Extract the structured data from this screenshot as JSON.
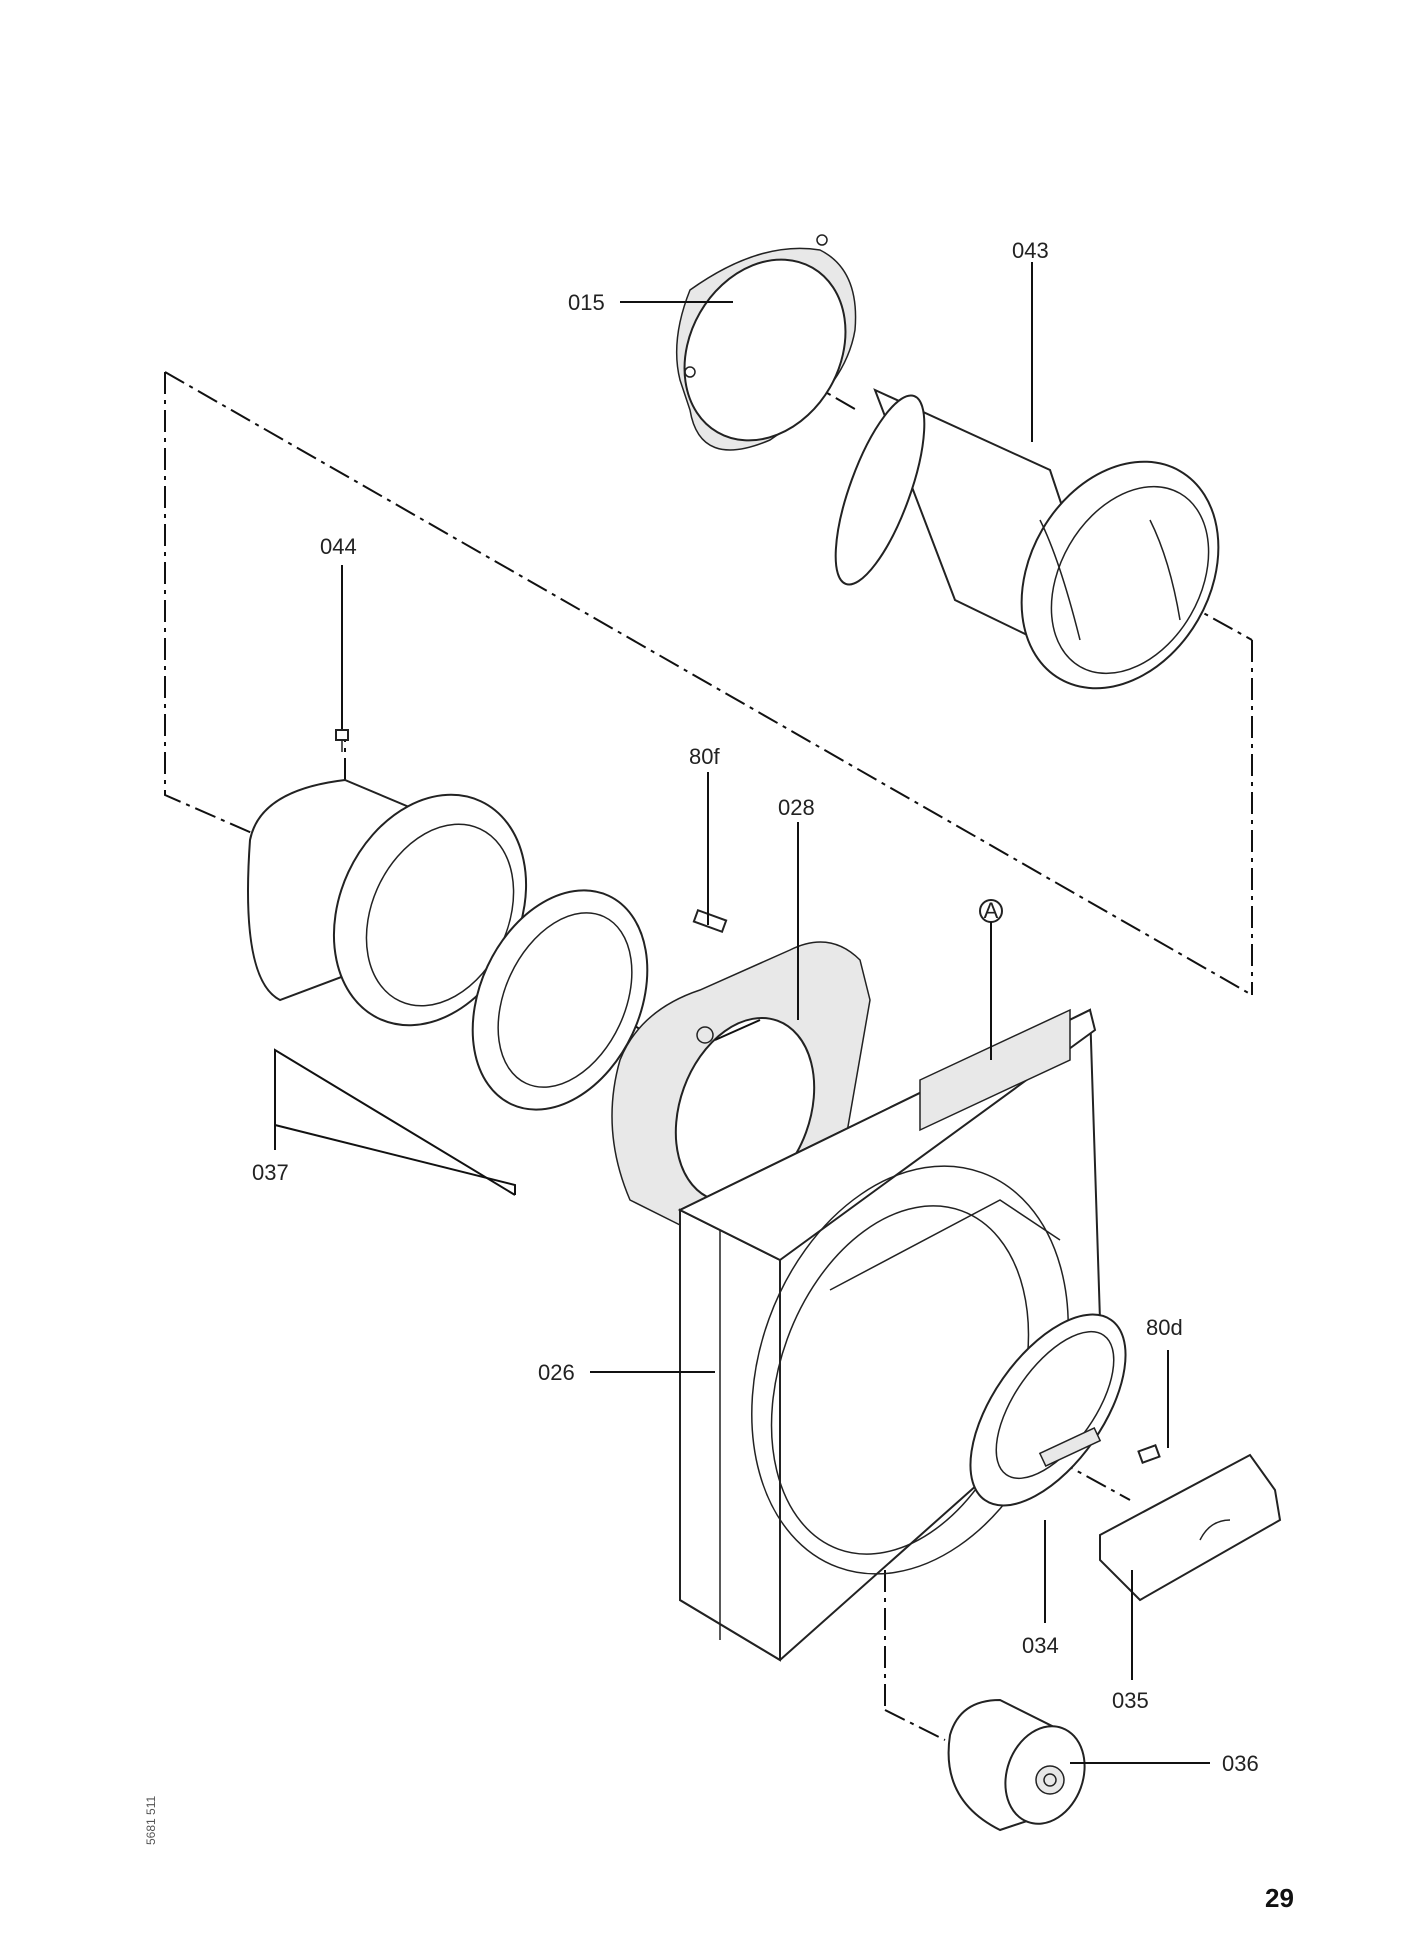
{
  "document": {
    "type": "exploded parts diagram",
    "page_number": "29",
    "drawing_code": "5681 511",
    "reference_marker": "A"
  },
  "parts": [
    {
      "id": "015",
      "label": "015"
    },
    {
      "id": "043",
      "label": "043"
    },
    {
      "id": "044",
      "label": "044"
    },
    {
      "id": "80f",
      "label": "80f"
    },
    {
      "id": "028",
      "label": "028"
    },
    {
      "id": "037",
      "label": "037"
    },
    {
      "id": "026",
      "label": "026"
    },
    {
      "id": "80d",
      "label": "80d"
    },
    {
      "id": "034",
      "label": "034"
    },
    {
      "id": "035",
      "label": "035"
    },
    {
      "id": "036",
      "label": "036"
    }
  ]
}
